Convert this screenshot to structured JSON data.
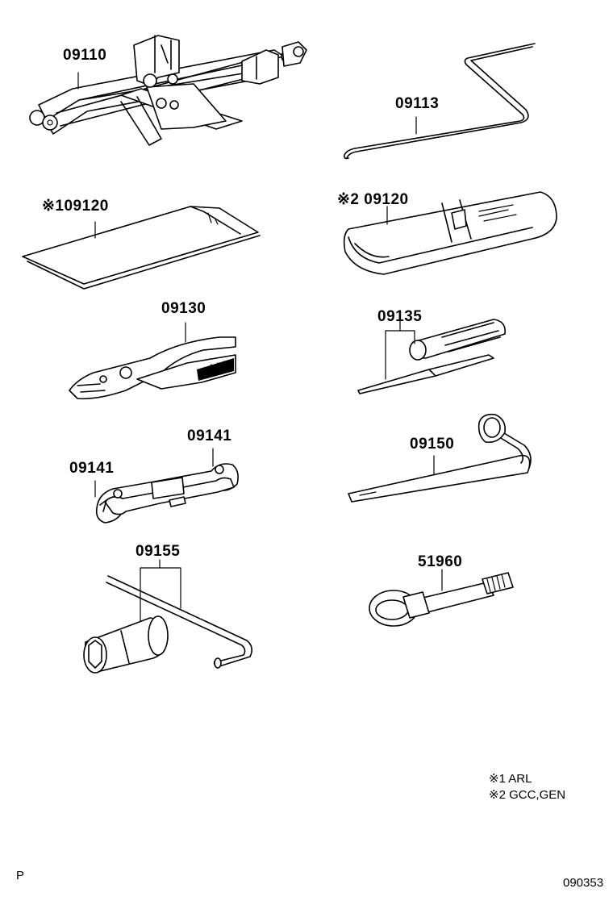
{
  "parts": {
    "jack": "09110",
    "jack_handle": "09113",
    "tool_bag_arl": "※109120",
    "tool_bag_gcc": "※2 09120",
    "pliers": "09130",
    "screwdriver": "09135",
    "wrench_right": "09141",
    "wrench_left": "09141",
    "hub_nut_wrench": "09150",
    "socket_wrench": "09155",
    "towing_eye": "51960"
  },
  "notes": {
    "note1": "※1 ARL",
    "note2": "※2 GCC,GEN"
  },
  "footer": {
    "page_marker": "P",
    "illustration_code": "090353"
  }
}
